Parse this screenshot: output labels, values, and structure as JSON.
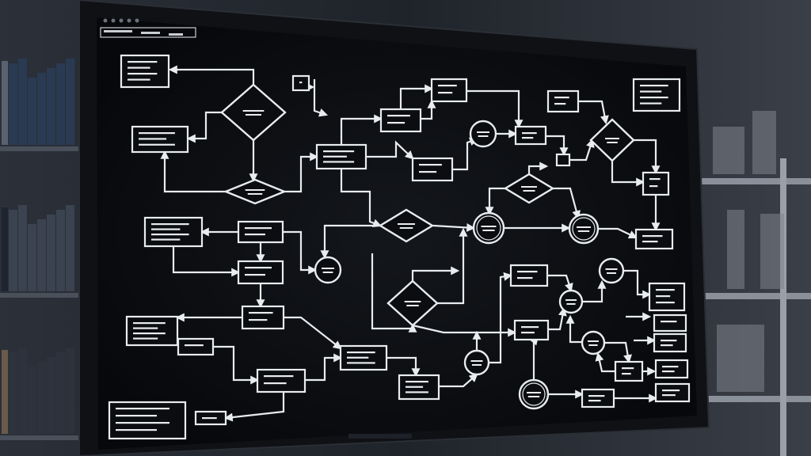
{
  "colors": {
    "room_background": "#2a2f38",
    "screen_background": "#0b0d11",
    "diagram_stroke": "#e8ecef",
    "bezel": "#111317"
  },
  "icons": [
    "window-dot-icon",
    "flowchart-process-box",
    "flowchart-decision-diamond",
    "flowchart-connector-circle",
    "arrow-icon"
  ]
}
